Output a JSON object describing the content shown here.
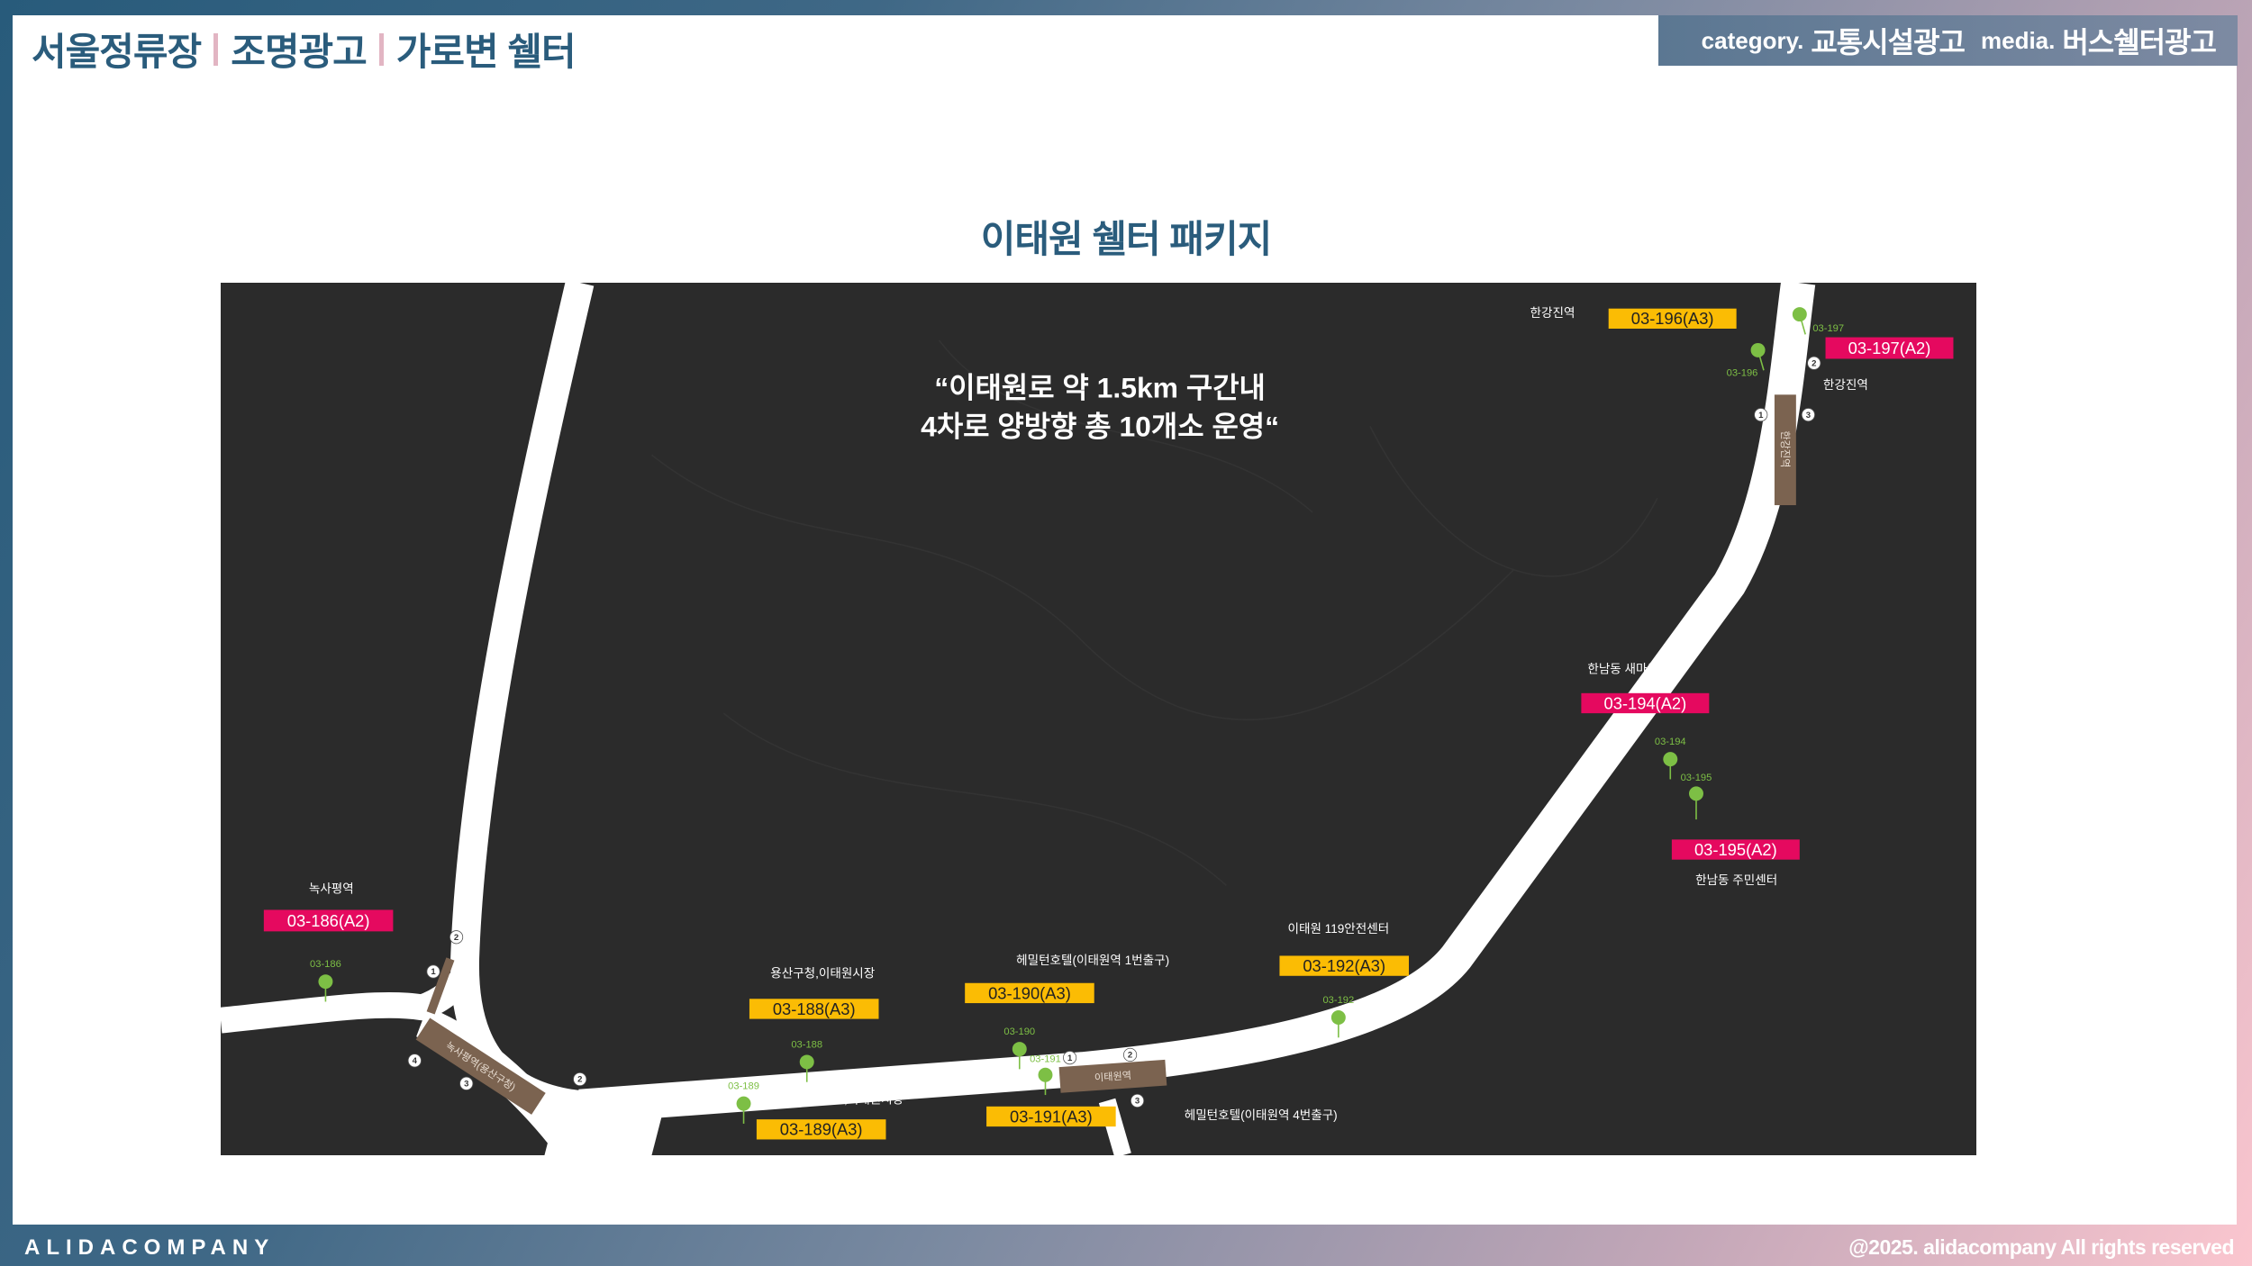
{
  "header": {
    "title_parts": [
      "서울정류장",
      "조명광고",
      "가로변 쉘터"
    ],
    "category_key": "category.",
    "category_value": "교통시설광고",
    "media_key": "media.",
    "media_value": "버스쉘터광고"
  },
  "subtitle": "이태원 쉘터 패키지",
  "map": {
    "quote_line1": "“이태원로 약 1.5km 구간내",
    "quote_line2": "4차로 양방향 총 10개소 운영“",
    "colors": {
      "a2": "#e5095f",
      "a3": "#fbbc04",
      "pin": "#7dbf45",
      "station": "#7b6350",
      "background": "#2b2b2b"
    },
    "stations": [
      "녹사평역(용산구청)",
      "이태원역",
      "한강진역"
    ],
    "shelters": [
      {
        "code": "03-186(A2)",
        "pin": "03-186",
        "location": "녹사평역",
        "type": "A2"
      },
      {
        "code": "03-188(A3)",
        "pin": "03-188",
        "location": "용산구청,이태원시장",
        "type": "A3"
      },
      {
        "code": "03-189(A3)",
        "pin": "03-189",
        "location": "용산구청,이태원시장",
        "type": "A3"
      },
      {
        "code": "03-190(A3)",
        "pin": "03-190",
        "location": "헤밀턴호텔(이태원역 1번출구)",
        "type": "A3"
      },
      {
        "code": "03-191(A3)",
        "pin": "03-191",
        "location": "헤밀턴호텔(이태원역 4번출구)",
        "type": "A3"
      },
      {
        "code": "03-192(A3)",
        "pin": "03-192",
        "location": "이태원 119안전센터",
        "type": "A3"
      },
      {
        "code": "03-194(A2)",
        "pin": "03-194",
        "location": "한남동 새마을 금고",
        "type": "A2"
      },
      {
        "code": "03-195(A2)",
        "pin": "03-195",
        "location": "한남동 주민센터",
        "type": "A2"
      },
      {
        "code": "03-196(A3)",
        "pin": "03-196",
        "location": "한강진역",
        "type": "A3"
      },
      {
        "code": "03-197(A2)",
        "pin": "03-197",
        "location": "한강진역",
        "type": "A2"
      }
    ],
    "exit_numbers": [
      "1",
      "2",
      "3",
      "4"
    ]
  },
  "footer": {
    "brand": "ALIDACOMPANY",
    "copyright": "@2025. alidacompany All rights reserved"
  }
}
